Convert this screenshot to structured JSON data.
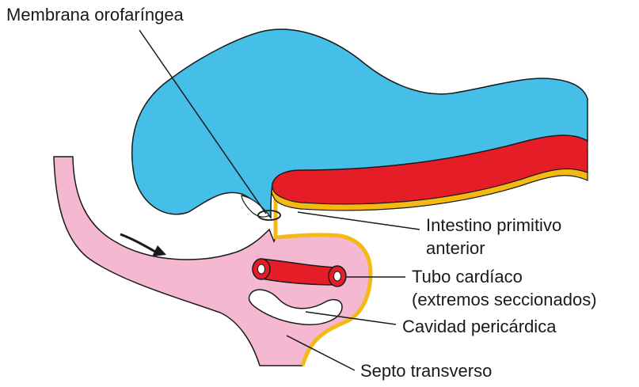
{
  "labels": {
    "oropharyngeal_membrane": "Membrana orofaríngea",
    "foregut_line1": "Intestino primitivo",
    "foregut_line2": "anterior",
    "heart_tube_line1": "Tubo cardíaco",
    "heart_tube_line2": "(extremos seccionados)",
    "pericardial_cavity": "Cavidad pericárdica",
    "septum_transversum": "Septo transverso"
  },
  "colors": {
    "neural_tissue": "#45bfe8",
    "dorsal_aorta": "#e41d26",
    "endoderm_outline": "#f5b914",
    "mesoderm": "#f4b8d0",
    "heart_tube": "#e41d26",
    "line": "#1a1a1a"
  }
}
